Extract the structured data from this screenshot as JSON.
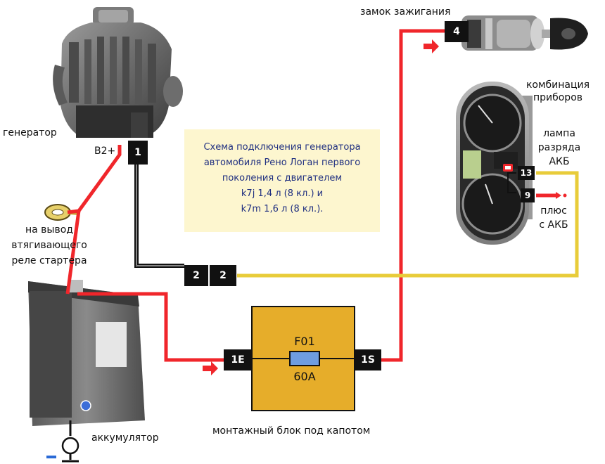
{
  "labels": {
    "ignition_lock": "замок зажигания",
    "cluster_line1": "комбинация",
    "cluster_line2": "приборов",
    "lamp_line1": "лампа",
    "lamp_line2": "разряда",
    "lamp_line3": "АКБ",
    "plus_line1": "плюс",
    "plus_line2": "с АКБ",
    "generator": "генератор",
    "b2plus": "B2+",
    "relay_line1": "на вывод",
    "relay_line2": "втягивающего",
    "relay_line3": "реле стартера",
    "battery": "аккумулятор",
    "fuse_block": "монтажный блок под капотом"
  },
  "note": {
    "lines": [
      "Схема подключения генератора",
      "автомобиля Рено Логан первого",
      "поколения с двигателем",
      "k7j 1,4 л (8 кл.) и",
      "k7m 1,6 л (8 кл.)."
    ]
  },
  "connectors": {
    "c1": "1",
    "c2a": "2",
    "c2b": "2",
    "c4": "4",
    "c1e": "1E",
    "c1s": "1S",
    "c13": "13",
    "c9": "9"
  },
  "fuse": {
    "name": "F01",
    "rating": "60A"
  },
  "colors": {
    "power_wire": "#f0262b",
    "signal_wire": "#e8cc3a",
    "fuse_block": "#e6ad2a",
    "fuse_body": "#6f9de0",
    "note_bg": "#fdf6cf",
    "note_text": "#1f2f80",
    "minus_mark": "#2a6ad6"
  },
  "icons": {
    "generator": "alternator-icon",
    "battery": "car-battery-icon",
    "ignition": "ignition-key-icon",
    "cluster": "instrument-cluster-icon",
    "ring_terminal": "ring-terminal-icon",
    "warning_lamp": "battery-warning-lamp-icon",
    "ground": "ground-terminal-icon"
  }
}
